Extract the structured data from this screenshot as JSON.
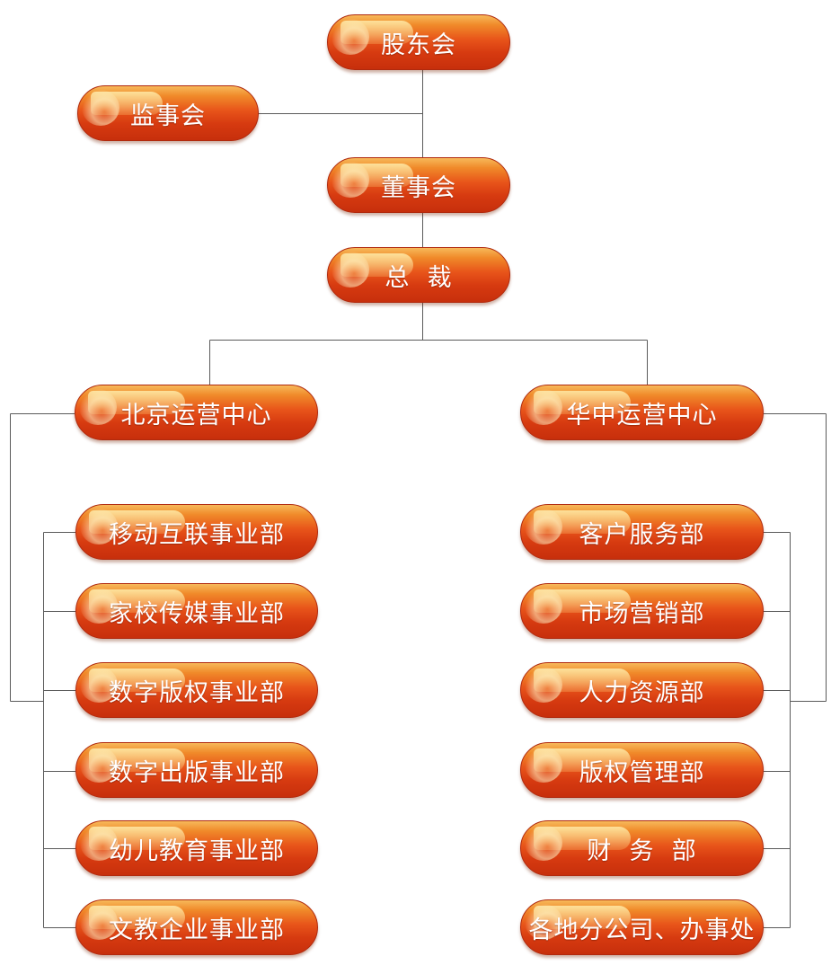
{
  "nodes": {
    "shareholders": "股东会",
    "supervisory": "监事会",
    "board": "董事会",
    "president": "总  裁",
    "beijing_center": "北京运营中心",
    "central_china_center": "华中运营中心",
    "beijing_departments": [
      "移动互联事业部",
      "家校传媒事业部",
      "数字版权事业部",
      "数字出版事业部",
      "幼儿教育事业部",
      "文教企业事业部"
    ],
    "central_departments": [
      "客户服务部",
      "市场营销部",
      "人力资源部",
      "版权管理部",
      "财  务  部",
      "各地分公司、办事处"
    ]
  },
  "colors": {
    "node_fill": "#e8541a",
    "node_highlight": "#f7b95a",
    "node_text": "#ffffff",
    "connector": "#5a5a5a"
  }
}
